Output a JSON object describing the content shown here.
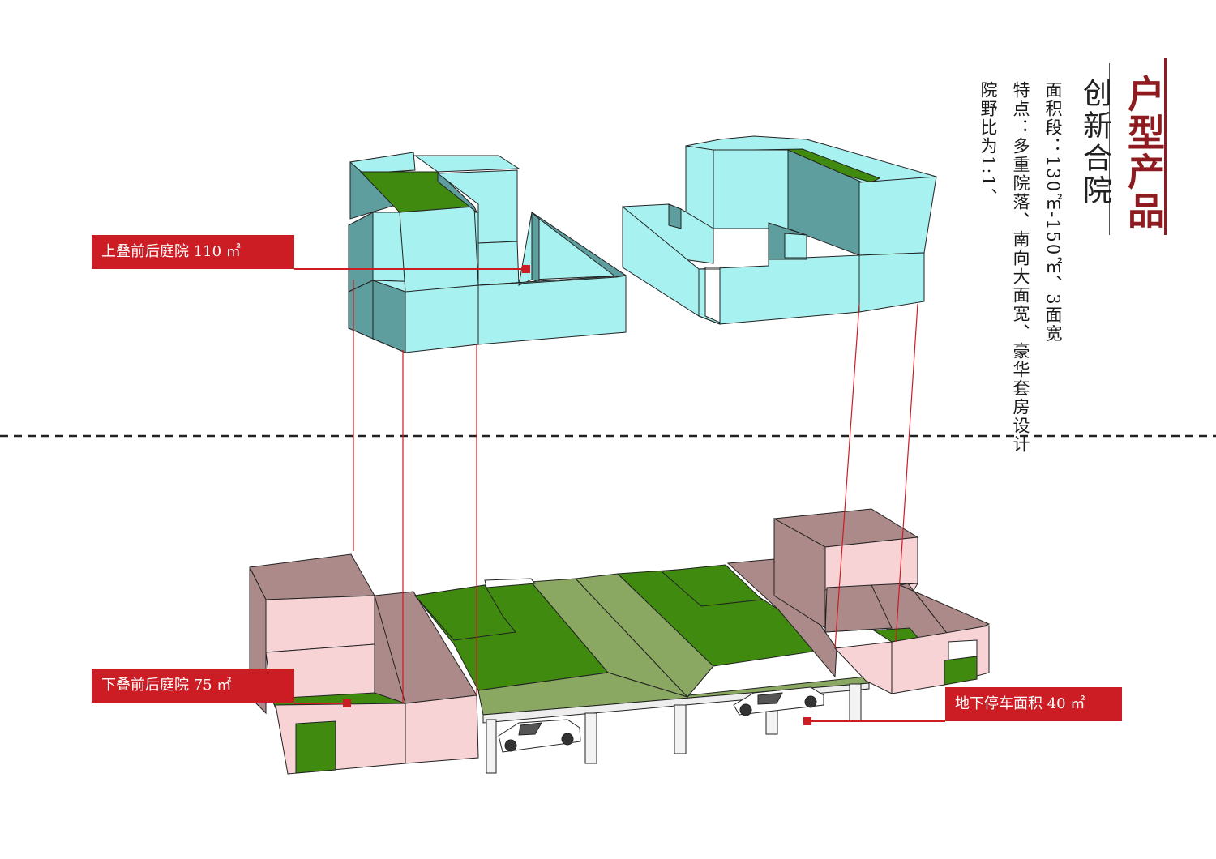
{
  "header": {
    "title": "户型产品",
    "subtitle": "创新合院",
    "lines": [
      "面积段：130㎡-150㎡、3面宽",
      "特点：多重院落、南向大面宽、豪华套房设计",
      "院野比为1:1、"
    ]
  },
  "callouts": {
    "upper": "上叠前后庭院 110 ㎡",
    "lower": "下叠前后庭院 75 ㎡",
    "parking": "地下停车面积 40 ㎡"
  },
  "colors": {
    "accent": "#cc1c24",
    "title": "#8e1b1f",
    "upper_block": "#a7f2f1",
    "lower_block": "#f7d3d6",
    "lawn": "#3f8a0f",
    "plaza": "#8aa862"
  }
}
